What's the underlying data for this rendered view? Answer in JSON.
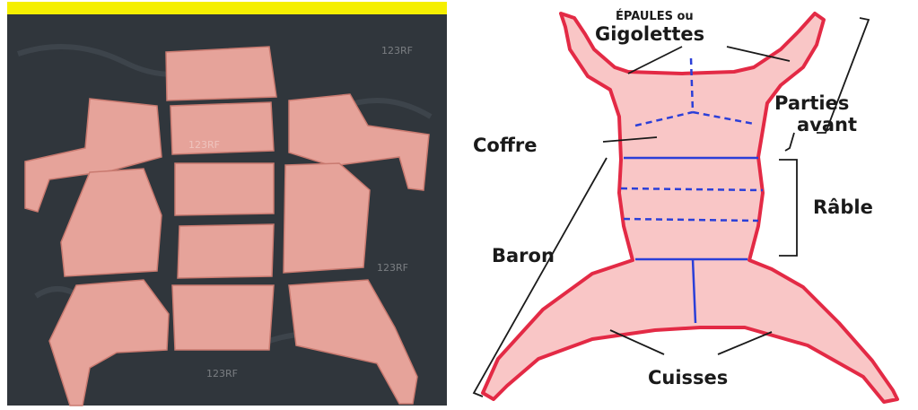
{
  "photo": {
    "watermark": "123RF",
    "colors": {
      "top_bar": "#f5ef00",
      "background": "#30363c",
      "meat": "#e6a39a"
    }
  },
  "diagram": {
    "labels": {
      "epaules": "ÉPAULES ou",
      "gigolettes": "Gigolettes",
      "parties": "Parties",
      "avant": "avant",
      "coffre": "Coffre",
      "rable": "Râble",
      "baron": "Baron",
      "cuisses": "Cuisses"
    },
    "colors": {
      "body_fill": "#f9c6c6",
      "outline": "#e32a45",
      "cut_lines": "#2b3fd8",
      "bracket": "#1a1a1a"
    }
  }
}
